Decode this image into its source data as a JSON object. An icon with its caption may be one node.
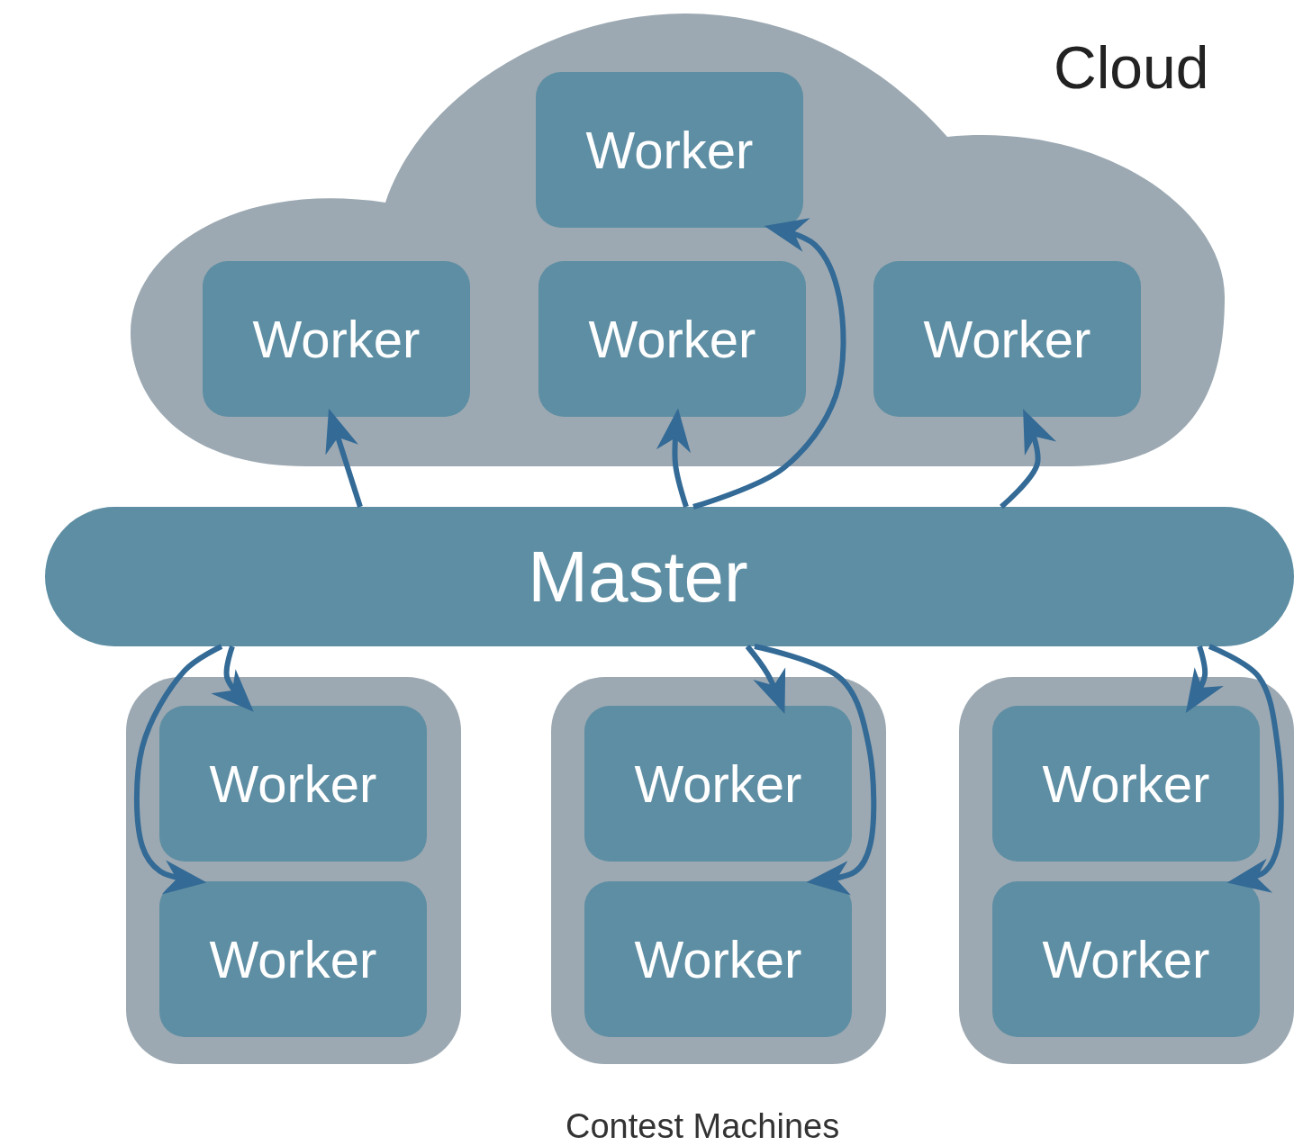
{
  "diagram": {
    "nodes": [
      {
        "text": [
          "Cloud"
        ]
      },
      {
        "text": [
          "Worker"
        ],
        "in": 0
      },
      {
        "text": [
          "Worker"
        ],
        "in": 0
      },
      {
        "text": [
          "Worker"
        ],
        "in": 0
      },
      {
        "text": [
          "Worker"
        ],
        "in": 0
      },
      {
        "text": [
          "Master"
        ]
      },
      {
        "text": [],
        "shape": "box"
      },
      {
        "text": [
          "Worker"
        ],
        "in": 6
      },
      {
        "text": [
          "Worker"
        ],
        "in": 6
      },
      {
        "text": [],
        "shape": "box"
      },
      {
        "text": [
          "Worker"
        ],
        "in": 9
      },
      {
        "text": [
          "Worker"
        ],
        "in": 9
      },
      {
        "text": [],
        "shape": "box"
      },
      {
        "text": [
          "Worker"
        ],
        "in": 12
      },
      {
        "text": [
          "Worker"
        ],
        "in": 12
      }
    ],
    "edges": [
      {
        "from": 5,
        "to": 2,
        "arrow": "to"
      },
      {
        "from": 5,
        "to": 3,
        "arrow": "to"
      },
      {
        "from": 5,
        "to": 1,
        "arrow": "to"
      },
      {
        "from": 5,
        "to": 4,
        "arrow": "to"
      },
      {
        "from": 5,
        "to": 7,
        "arrow": "to"
      },
      {
        "from": 5,
        "to": 8,
        "arrow": "to"
      },
      {
        "from": 5,
        "to": 10,
        "arrow": "to"
      },
      {
        "from": 5,
        "to": 11,
        "arrow": "to"
      },
      {
        "from": 5,
        "to": 13,
        "arrow": "to"
      },
      {
        "from": 5,
        "to": 14,
        "arrow": "to"
      }
    ],
    "labels": [
      "Contest Machines"
    ]
  }
}
